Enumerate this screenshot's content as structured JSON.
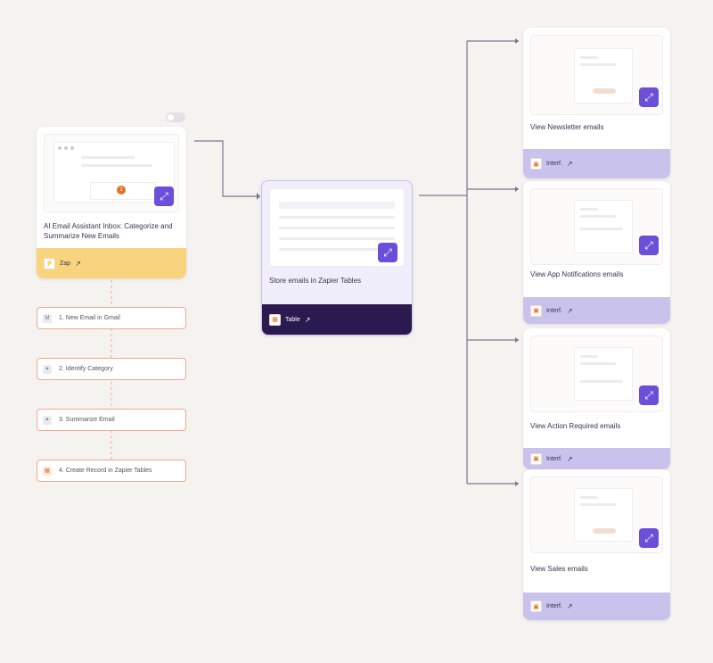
{
  "trigger": {
    "title": "AI Email Assistant Inbox: Categorize and Summarize New Emails",
    "footer_label": "Zap",
    "preview_badge": "1"
  },
  "steps": [
    {
      "label": "1. New Email in Gmail",
      "icon": "gmail-icon"
    },
    {
      "label": "2. Identify Category",
      "icon": "ai-icon"
    },
    {
      "label": "3. Summarize Email",
      "icon": "ai-icon"
    },
    {
      "label": "4. Create Record in Zapier Tables",
      "icon": "tables-icon"
    }
  ],
  "table_node": {
    "title": "Store emails in Zapier Tables",
    "footer_label": "Table"
  },
  "interfaces": [
    {
      "title": "View Newsletter emails",
      "footer_label": "Interf."
    },
    {
      "title": "View App Notifications emails",
      "footer_label": "Interf."
    },
    {
      "title": "View Action Required emails",
      "footer_label": "Interf."
    },
    {
      "title": "View Sales emails",
      "footer_label": "Interf."
    }
  ],
  "colors": {
    "accent": "#6c4fd8",
    "trigger_footer": "#f8d47e",
    "table_footer": "#2b1a4f",
    "interface_footer": "#c9c2ec",
    "step_border": "#f0a890"
  }
}
